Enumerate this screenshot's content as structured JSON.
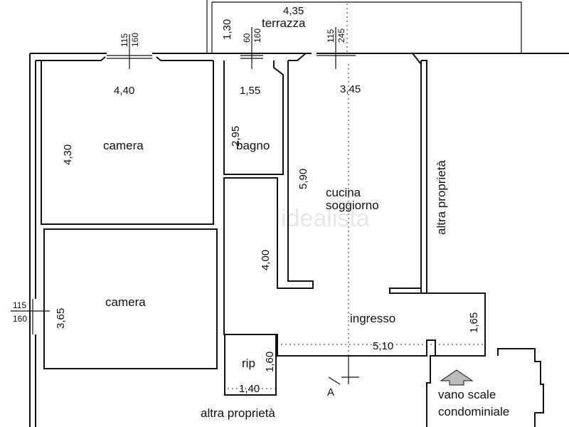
{
  "rooms": {
    "terrazza": "terrazza",
    "camera_1": "camera",
    "camera_2": "camera",
    "bagno": "bagno",
    "cucina_1": "cucina",
    "cucina_2": "soggiorno",
    "ingresso": "ingresso",
    "rip": "rip",
    "vano_1": "vano scale",
    "vano_2": "condominiale"
  },
  "labels": {
    "altra_right": "altra proprietà",
    "altra_bottom": "altra proprietà",
    "section_mark": "A",
    "watermark": "idealista"
  },
  "dimensions": {
    "terrazza_w": "4,35",
    "terrazza_h": "1,30",
    "win1_a": "115",
    "win1_b": "160",
    "win2_a": "60",
    "win2_b": "160",
    "win3_a": "115",
    "win3_b": "245",
    "win4_a": "115",
    "win4_b": "160",
    "camera1_w": "4,40",
    "camera1_h": "4,30",
    "bagno_w": "1,55",
    "bagno_h": "2,95",
    "cucina_w": "3,45",
    "cucina_h": "5,90",
    "corridor_h": "4,00",
    "camera2_h": "3,65",
    "ingresso_w": "5,10",
    "ingresso_h": "1,65",
    "rip_h": "1,60",
    "rip_w": "1,40"
  }
}
